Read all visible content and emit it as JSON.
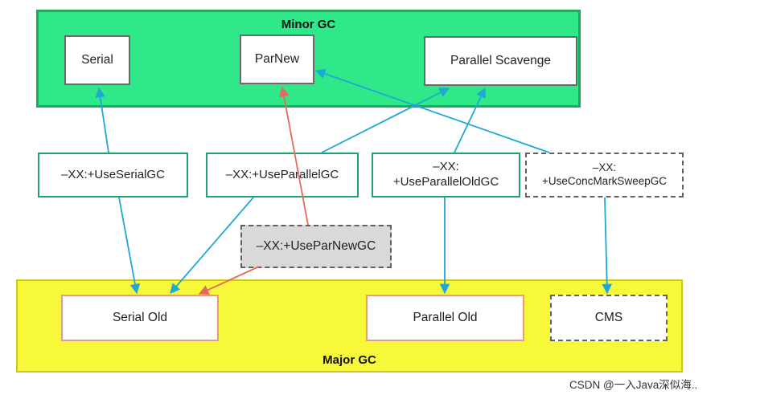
{
  "young_gc": {
    "title": "Minor GC",
    "serial": "Serial",
    "parnew": "ParNew",
    "parallel_scavenge": "Parallel Scavenge"
  },
  "old_gc": {
    "title": "Major GC",
    "serial_old": "Serial Old",
    "parallel_old": "Parallel Old",
    "cms": "CMS"
  },
  "flags": {
    "use_serial_gc": "–XX:+UseSerialGC",
    "use_parallel_gc": "–XX:+UseParallelGC",
    "use_parallel_old_gc_line1": "–XX:",
    "use_parallel_old_gc_line2": "+UseParallelOldGC",
    "use_conc_mark_sweep_gc_line1": "–XX:",
    "use_conc_mark_sweep_gc_line2": "+UseConcMarkSweepGC",
    "use_par_new_gc": "–XX:+UseParNewGC"
  },
  "colors": {
    "minor_panel": "#2ee889",
    "major_panel": "#f8f83a",
    "blue_arrow": "#1fa8d6",
    "red_arrow": "#e8675a"
  },
  "watermark": "CSDN @一入Java深似海.."
}
